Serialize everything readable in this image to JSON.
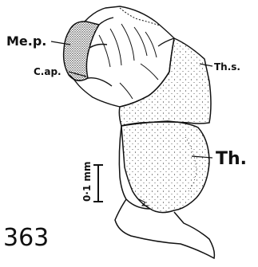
{
  "figure": {
    "number": "363",
    "labels": {
      "mep": "Me.p.",
      "cap": "C.ap.",
      "ths": "Th.s.",
      "th": "Th."
    },
    "scale_label": "0·1 mm"
  }
}
